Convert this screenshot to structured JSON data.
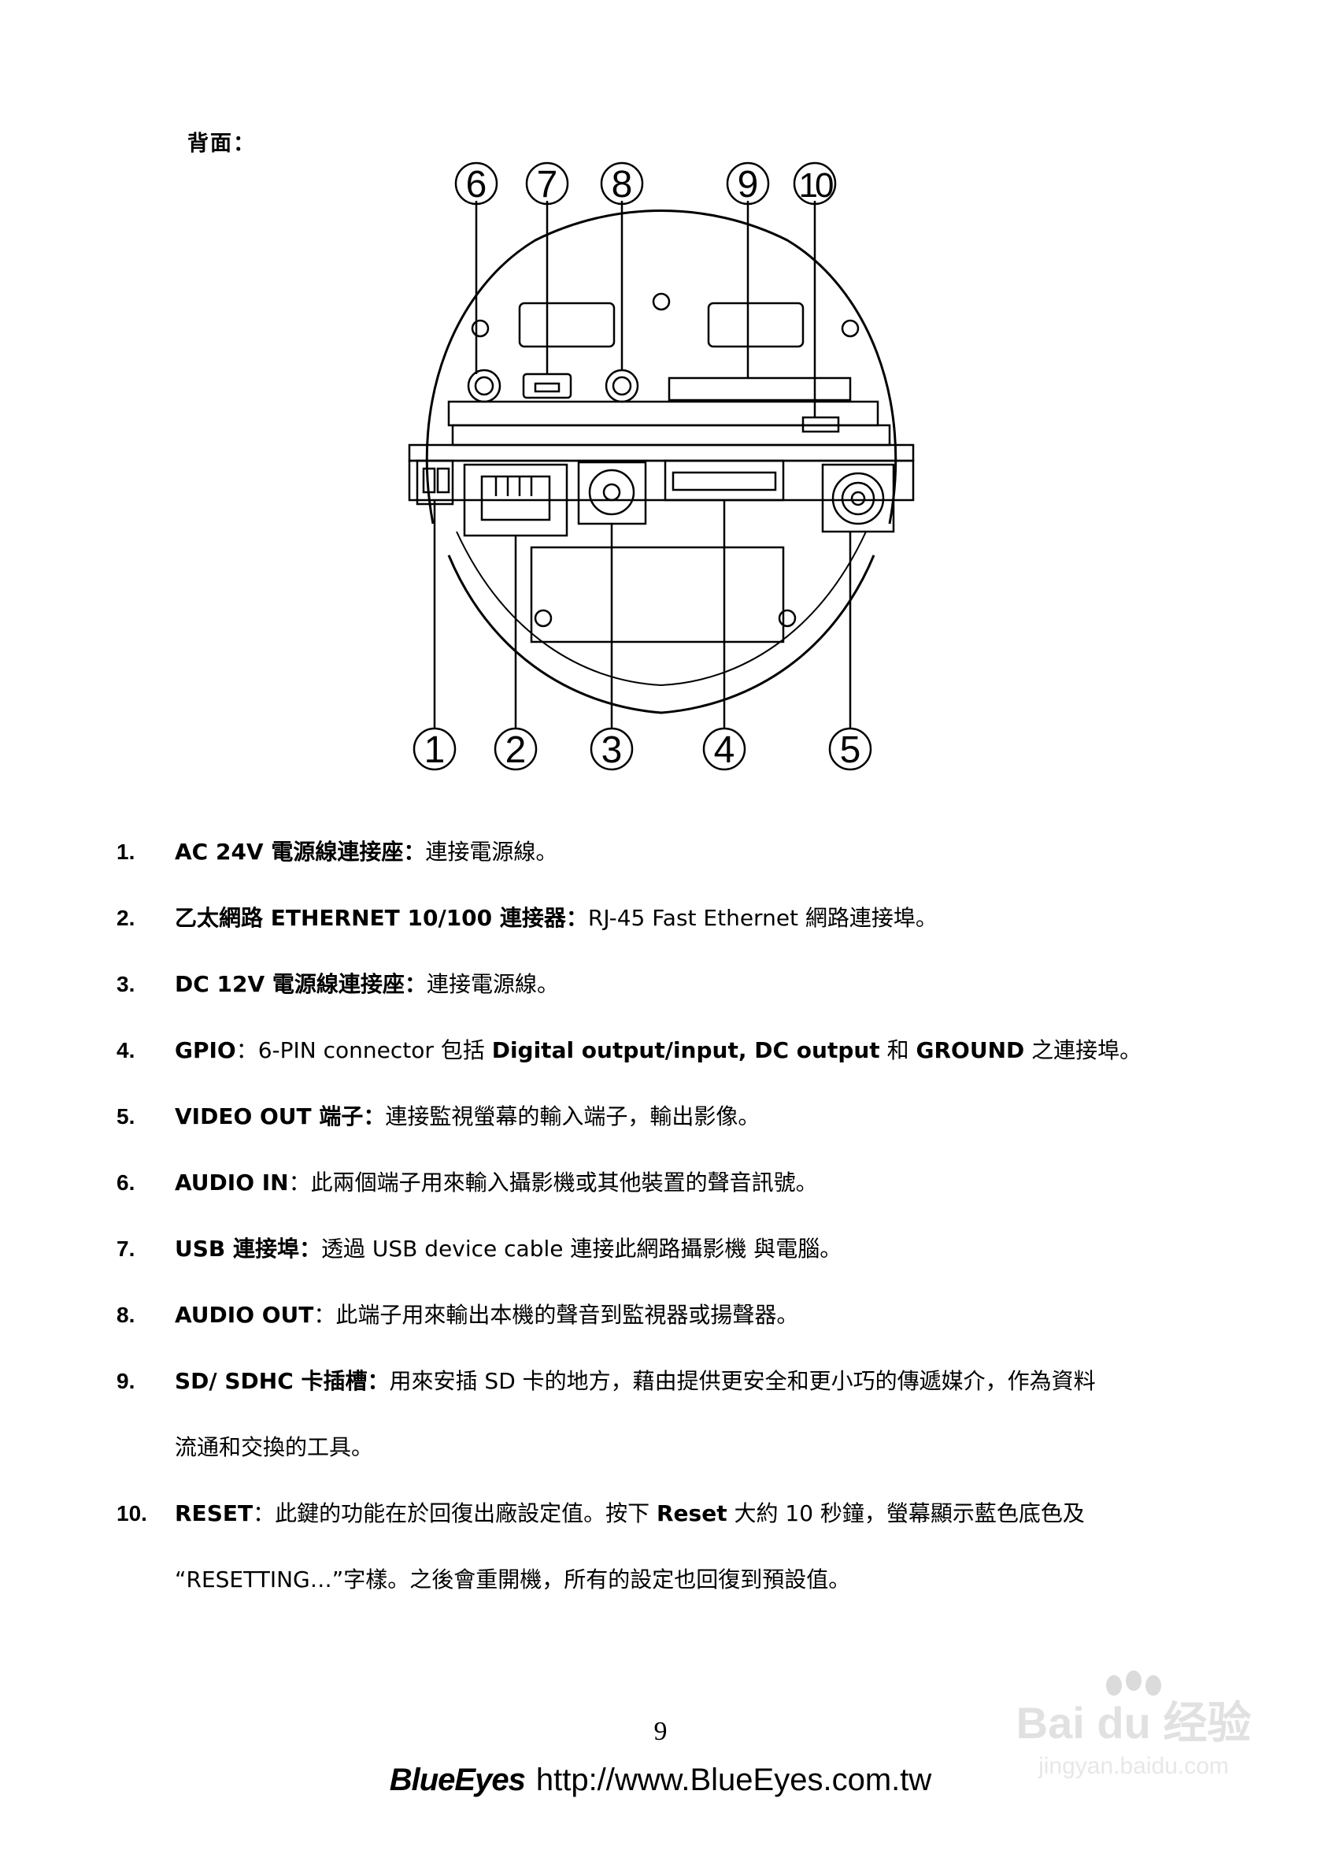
{
  "section_label": "背面：",
  "callouts_top": [
    "6",
    "7",
    "8",
    "9",
    "10"
  ],
  "callouts_bottom": [
    "1",
    "2",
    "3",
    "4",
    "5"
  ],
  "items": [
    {
      "num": "1.",
      "title": "AC 24V 電源線連接座：",
      "text": "連接電源線。"
    },
    {
      "num": "2.",
      "title": "乙太網路 ETHERNET 10/100 連接器：",
      "text": "RJ-45 Fast Ethernet 網路連接埠。"
    },
    {
      "num": "3.",
      "title": "DC 12V 電源線連接座：",
      "text": "連接電源線。"
    },
    {
      "num": "4.",
      "title": "GPIO",
      "text": "：6-PIN connector 包括 ",
      "bold2": "Digital output/input, DC output",
      "text2": " 和 ",
      "bold3": "GROUND",
      "text3": " 之連接埠。"
    },
    {
      "num": "5.",
      "title": "VIDEO OUT 端子：",
      "text": "連接監視螢幕的輸入端子，輸出影像。"
    },
    {
      "num": "6.",
      "title": "AUDIO IN",
      "text": "：此兩個端子用來輸入攝影機或其他裝置的聲音訊號。"
    },
    {
      "num": "7.",
      "title": "USB 連接埠：",
      "text": "透過 USB device cable 連接此網路攝影機 與電腦。"
    },
    {
      "num": "8.",
      "title": "AUDIO OUT",
      "text": "：此端子用來輸出本機的聲音到監視器或揚聲器。"
    },
    {
      "num": "9.",
      "title": "SD/ SDHC 卡插槽：",
      "text": "用來安插 SD 卡的地方，藉由提供更安全和更小巧的傳遞媒介，作為資料",
      "line2": "流通和交換的工具。"
    },
    {
      "num": "10.",
      "title": "RESET",
      "text": "：此鍵的功能在於回復出廠設定值。按下 ",
      "bold2": "Reset",
      "text2": " 大約 10 秒鐘，螢幕顯示藍色底色及",
      "line2": "“RESETTING…”字樣。之後會重開機，所有的設定也回復到預設值。"
    }
  ],
  "page_number": "9",
  "footer": {
    "brand": "BlueEyes",
    "url": "http://www.BlueEyes.com.tw"
  },
  "watermark": {
    "brand": "Bai du 经验",
    "url": "jingyan.baidu.com"
  }
}
